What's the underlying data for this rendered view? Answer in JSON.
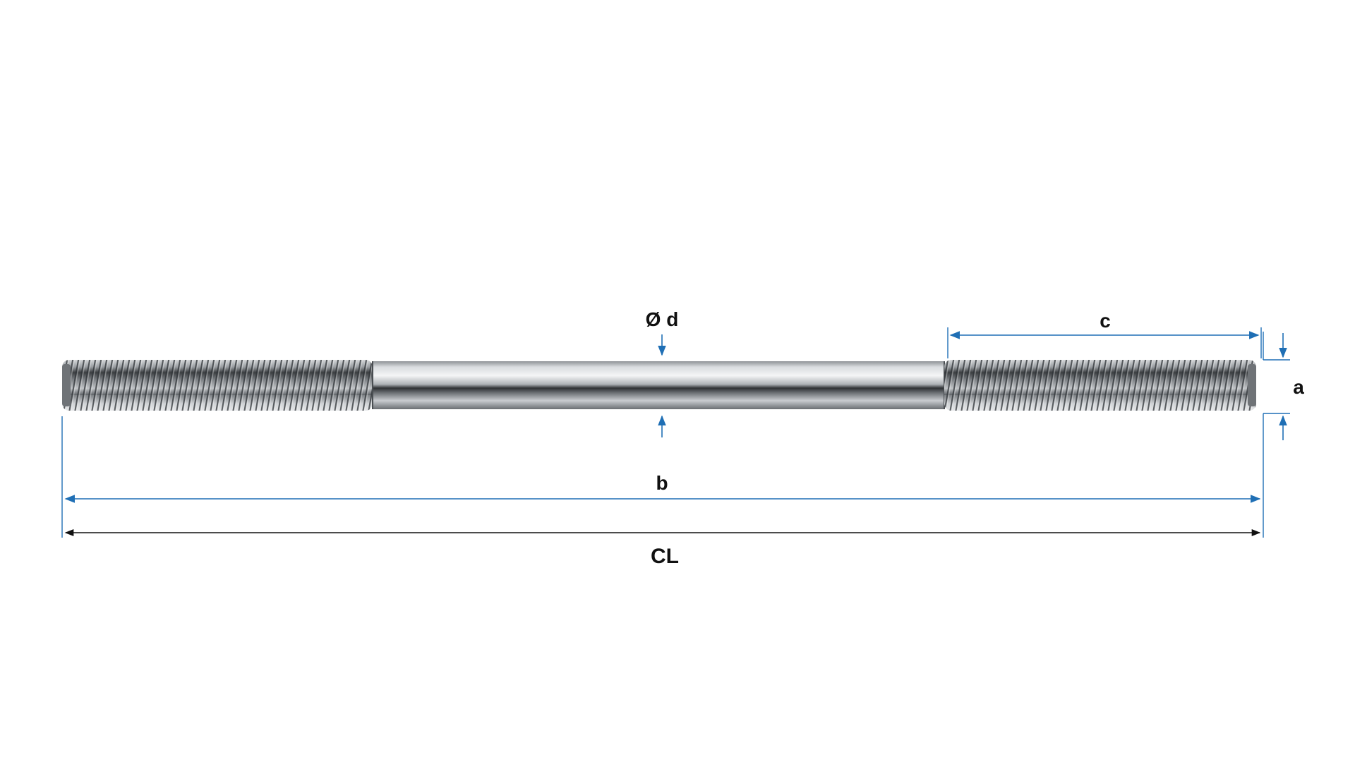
{
  "diagram": {
    "labels": {
      "diameter": "Ø d",
      "thread_length": "c",
      "thread_pitch_height": "a",
      "thread_span": "b",
      "overall_length": "CL"
    },
    "colors": {
      "background": "#ffffff",
      "dimension_blue": "#1f6fb5",
      "dimension_black": "#111111",
      "steel_light": "#f2f3f4",
      "steel_mid": "#b9bcbf",
      "steel_dark": "#5c6064",
      "steel_shadow": "#2e3134"
    }
  }
}
